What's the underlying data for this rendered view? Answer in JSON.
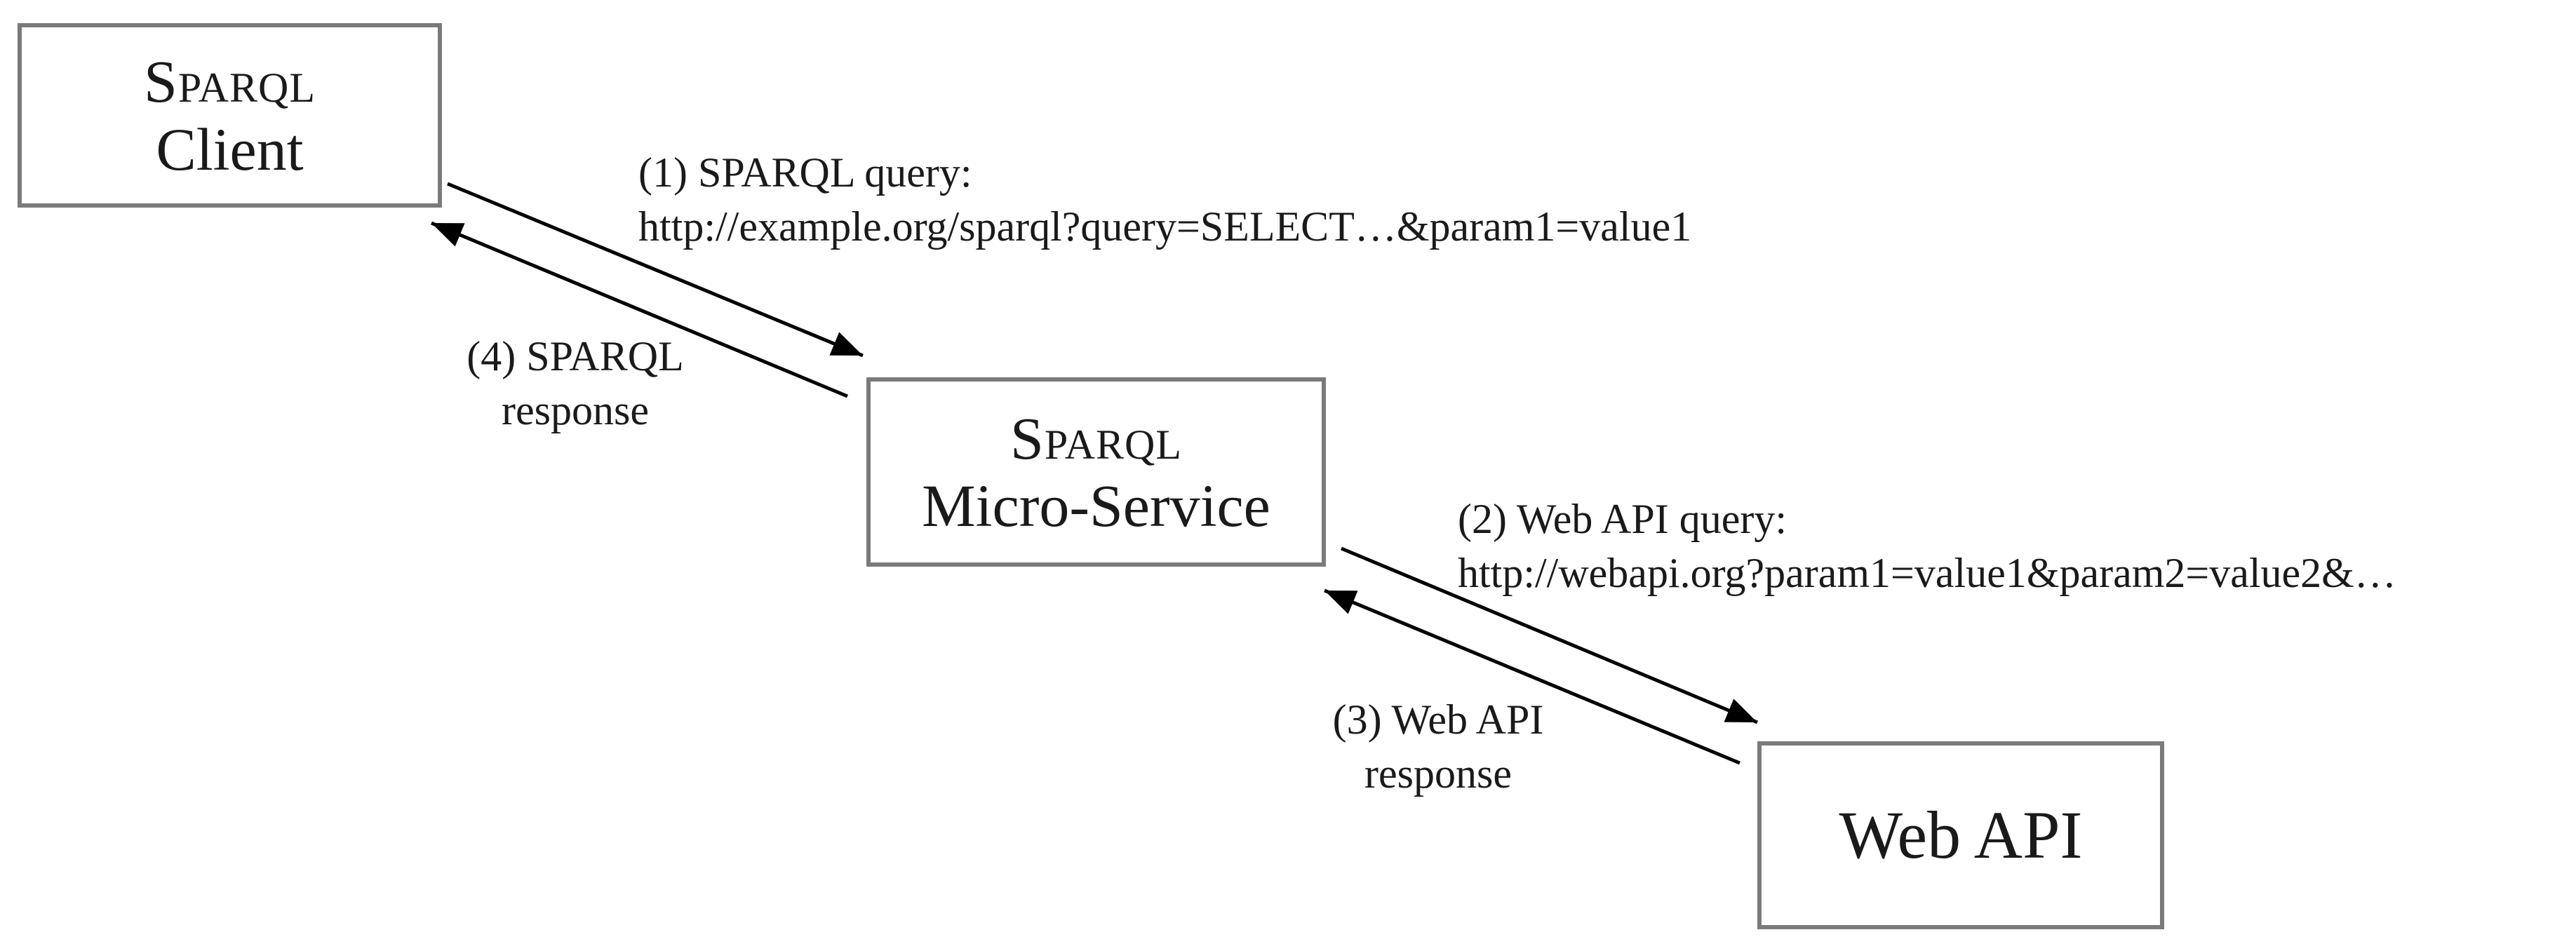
{
  "nodes": {
    "client": {
      "line1": "Sparql",
      "line2": "Client"
    },
    "micro": {
      "line1": "Sparql",
      "line2": "Micro-Service"
    },
    "webapi": {
      "line1": "Web API"
    }
  },
  "labels": {
    "step1": {
      "line1": "(1) SPARQL query:",
      "line2": "http://example.org/sparql?query=SELECT…&param1=value1"
    },
    "step2": {
      "line1": "(2) Web API query:",
      "line2": "http://webapi.org?param1=value1&param2=value2&…"
    },
    "step3": {
      "line1": "(3) Web API",
      "line2": "response"
    },
    "step4": {
      "line1": "(4) SPARQL",
      "line2": "response"
    }
  }
}
